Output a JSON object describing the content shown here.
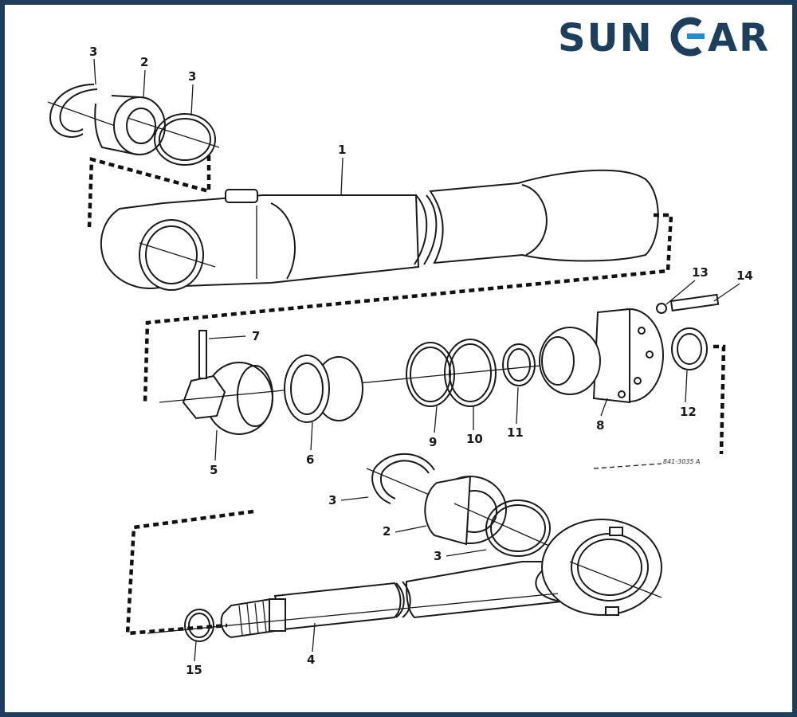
{
  "brand": {
    "logo_text": "SUNCAR",
    "primary_color": "#1d3f5e",
    "accent_color": "#1f8fd0"
  },
  "frame_color": "#1f3d5a",
  "diagram": {
    "drawing_ref": "841-3035 A",
    "callouts": {
      "c1": "1",
      "c2_top": "2",
      "c3_top_left": "3",
      "c3_top_right": "3",
      "c4": "4",
      "c5": "5",
      "c6": "6",
      "c7": "7",
      "c8": "8",
      "c9": "9",
      "c10": "10",
      "c11": "11",
      "c12": "12",
      "c13": "13",
      "c14": "14",
      "c15": "15",
      "c2_bottom": "2",
      "c3_bottom_upper": "3",
      "c3_bottom_lower": "3"
    }
  }
}
